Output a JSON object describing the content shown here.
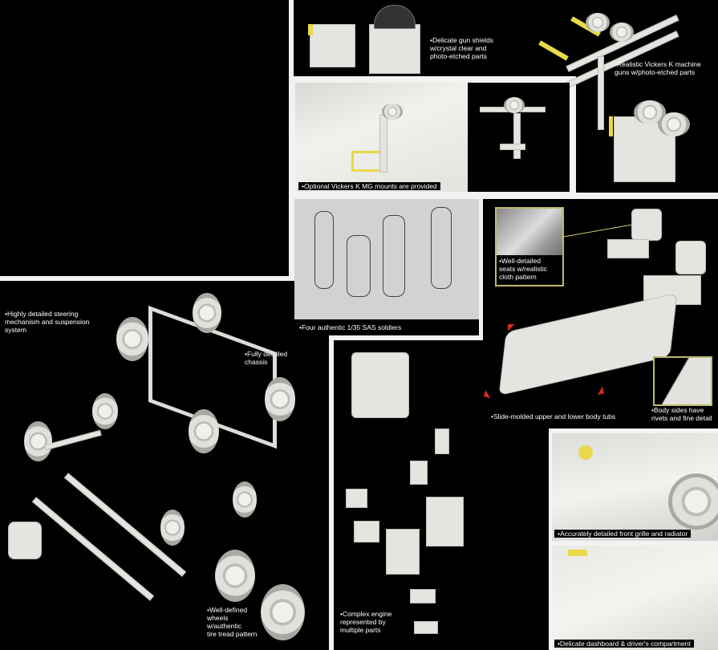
{
  "captions": {
    "gun_shields": "Delicate gun shields\nw/crystal clear and\nphoto-etched parts",
    "vickers_guns": "Realistic Vickers K machine\nguns w/photo-etched parts",
    "mg_mounts": "Optional Vickers K MG mounts are provided",
    "soldiers": "Four authentic 1/35 SAS soldiers",
    "seats": "Well-detailed\nseats w/realistic\ncloth pattern",
    "body_tubs": "Slide-molded upper and lower body tubs",
    "body_sides": "Body sides have\nrivets and fine detail",
    "steering": "Highly detailed steering\nmechanism and suspension\nsystem",
    "chassis": "Fully detailed\nchassis",
    "wheels": "Well-defined\nwheels\nw/authentic\ntire tread pattern",
    "engine": "Complex engine\nrepresented by\nmultiple parts",
    "grille": "Accurately detailed front grille and radiator",
    "dashboard": "Delicate dashboard & driver's compartment"
  },
  "colors": {
    "background": "#000000",
    "border": "#f2f2f2",
    "highlight": "#e7d94a",
    "arrow": "#d42a1e"
  }
}
